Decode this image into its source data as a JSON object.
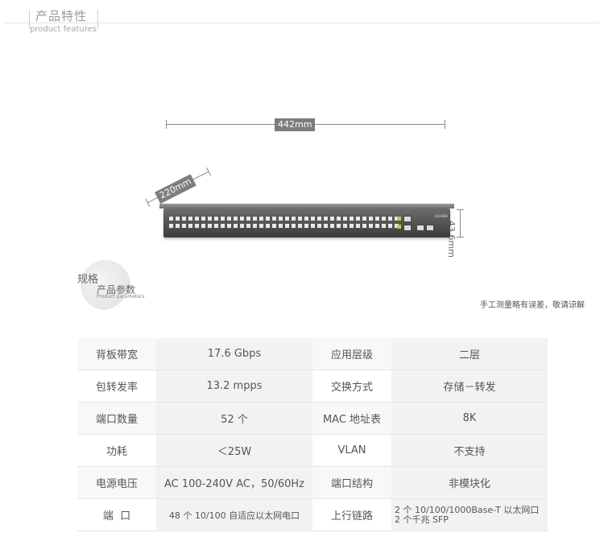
{
  "header": {
    "title": "产品特性",
    "subtitle": "product features"
  },
  "dimensions": {
    "width": "442mm",
    "depth": "220mm",
    "height": "43.6mm"
  },
  "spec_heading": {
    "title_1": "规格",
    "title_2": "产品参数",
    "title_3": "Product parameters"
  },
  "note": "手工测量略有误差，敬请谅解",
  "specs": [
    {
      "label1": "背板带宽",
      "value1": "17.6 Gbps",
      "label2": "应用层级",
      "value2": "二层"
    },
    {
      "label1": "包转发率",
      "value1": "13.2 mpps",
      "label2": "交换方式",
      "value2": "存储－转发"
    },
    {
      "label1": "端口数量",
      "value1": "52 个",
      "label2": "MAC 地址表",
      "value2": "8K"
    },
    {
      "label1": "功耗",
      "value1": "＜25W",
      "label2": "VLAN",
      "value2": "不支持"
    },
    {
      "label1": "电源电压",
      "value1": "AC 100-240V AC，50/60Hz",
      "label2": "端口结构",
      "value2": "非模块化"
    },
    {
      "label1": "端  口",
      "value1": "48 个 10/100 自适应以太网电口",
      "label2": "上行链路",
      "value2a": "2 个 10/100/1000Base-T 以太网口",
      "value2b": "2 个千兆 SFP"
    }
  ],
  "brand_text": "HUAWEI"
}
